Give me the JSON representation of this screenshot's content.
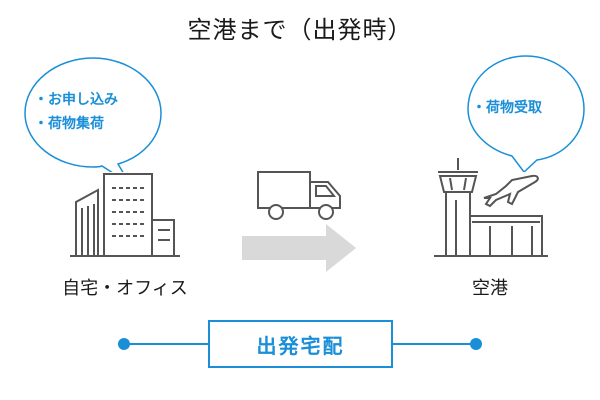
{
  "title": "空港まで（出発時）",
  "origin": {
    "label": "自宅・オフィス",
    "bubble_items": [
      "お申し込み",
      "荷物集荷"
    ]
  },
  "destination": {
    "label": "空港",
    "bubble_items": [
      "荷物受取"
    ]
  },
  "service": {
    "label": "出発宅配"
  },
  "colors": {
    "accent": "#1a8fd8",
    "arrow": "#d9d9d9",
    "icon_stroke": "#555555"
  },
  "icons": [
    "building-icon",
    "truck-icon",
    "arrow-right-icon",
    "airport-tower-icon",
    "airplane-icon"
  ]
}
